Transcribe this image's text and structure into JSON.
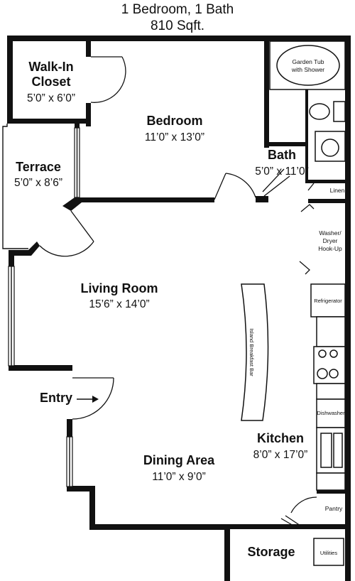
{
  "header": {
    "title_line1": "1 Bedroom, 1 Bath",
    "title_line2": "810 Sqft."
  },
  "rooms": {
    "closet": {
      "name_line1": "Walk-In",
      "name_line2": "Closet",
      "dims": "5’0” x 6’0”"
    },
    "bedroom": {
      "name": "Bedroom",
      "dims": "11’0” x 13’0”"
    },
    "bath": {
      "name": "Bath",
      "dims": "5’0” x 11’0”"
    },
    "terrace": {
      "name": "Terrace",
      "dims": "5’0” x 8’6”"
    },
    "living": {
      "name": "Living Room",
      "dims": "15’6” x 14’0”"
    },
    "kitchen": {
      "name": "Kitchen",
      "dims": "8’0” x 17’0”"
    },
    "dining": {
      "name": "Dining Area",
      "dims": "11’0” x 9’0”"
    },
    "storage": {
      "name": "Storage"
    }
  },
  "labels": {
    "entry": "Entry",
    "garden_tub_line1": "Garden Tub",
    "garden_tub_line2": "with Shower",
    "linen": "Linen",
    "washer_line1": "Washer/",
    "washer_line2": "Dryer",
    "washer_line3": "Hook-Up",
    "refrigerator": "Refrigerator",
    "island": "Island Breakfast Bar",
    "dishwasher": "Dishwasher",
    "pantry": "Pantry",
    "utilities": "Utilities"
  }
}
